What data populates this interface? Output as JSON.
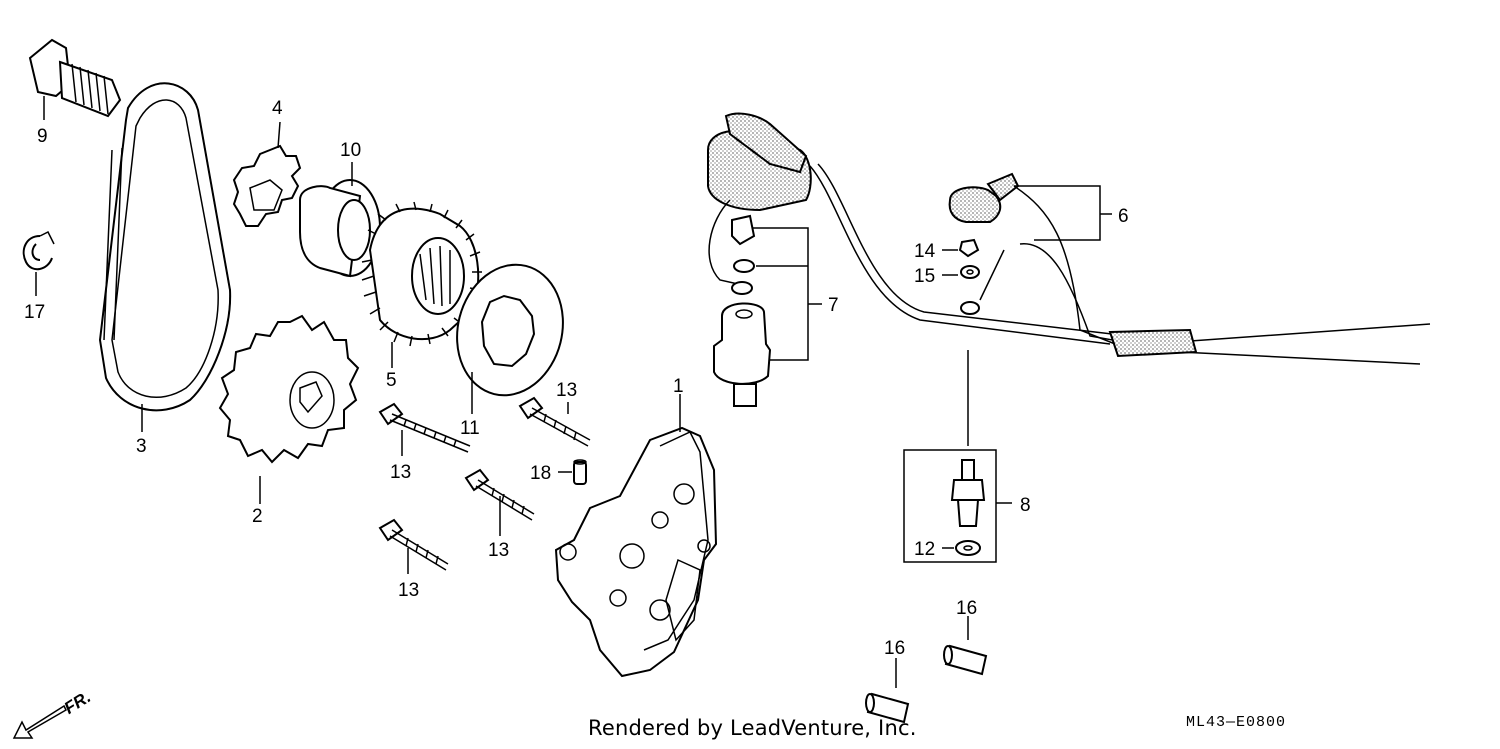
{
  "callouts": {
    "c1": "1",
    "c2": "2",
    "c3": "3",
    "c4": "4",
    "c5": "5",
    "c6": "6",
    "c7": "7",
    "c8": "8",
    "c9": "9",
    "c10": "10",
    "c11": "11",
    "c12": "12",
    "c13a": "13",
    "c13b": "13",
    "c13c": "13",
    "c13d": "13",
    "c14": "14",
    "c15": "15",
    "c16a": "16",
    "c16b": "16",
    "c17": "17",
    "c18": "18"
  },
  "footer": {
    "credit": "Rendered by LeadVenture, Inc.",
    "code": "ML43—E0800",
    "direction": "FR."
  }
}
